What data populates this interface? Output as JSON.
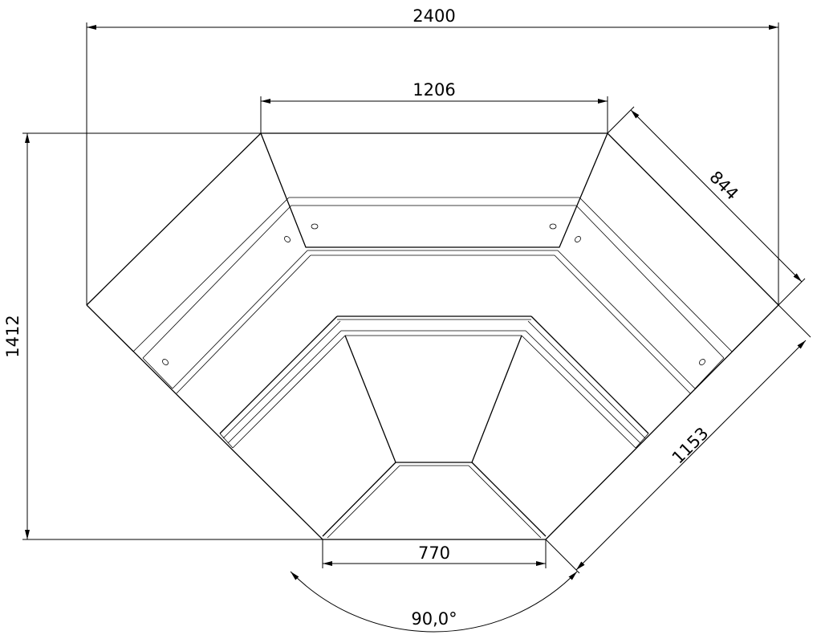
{
  "drawing": {
    "dimensions": {
      "overall_width": "2400",
      "back_segment": "1206",
      "side_segment": "844",
      "overall_depth": "1412",
      "diagonal_depth": "1153",
      "front_segment": "770",
      "angle": "90,0°"
    }
  }
}
